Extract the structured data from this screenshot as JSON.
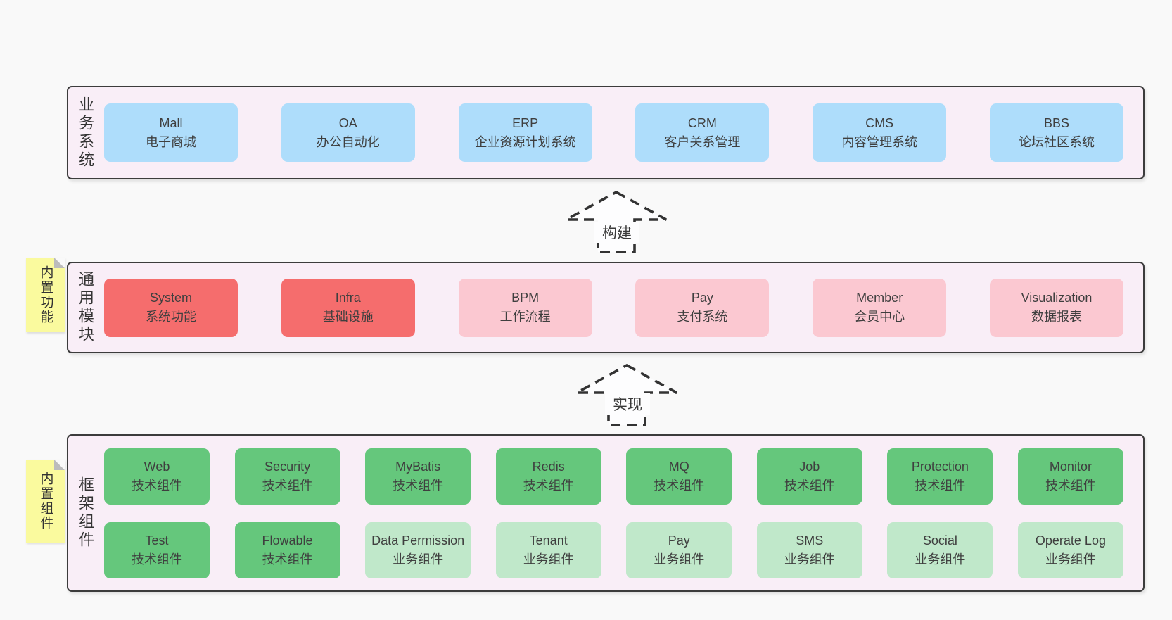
{
  "diagram": {
    "arrows": [
      {
        "label": "构建"
      },
      {
        "label": "实现"
      }
    ],
    "sections": {
      "business": {
        "label": "业务系统",
        "items": [
          {
            "name": "Mall",
            "desc": "电子商城"
          },
          {
            "name": "OA",
            "desc": "办公自动化"
          },
          {
            "name": "ERP",
            "desc": "企业资源计划系统"
          },
          {
            "name": "CRM",
            "desc": "客户关系管理"
          },
          {
            "name": "CMS",
            "desc": "内容管理系统"
          },
          {
            "name": "BBS",
            "desc": "论坛社区系统"
          }
        ]
      },
      "modules": {
        "label": "通用模块",
        "tag": "内置功能",
        "items": [
          {
            "name": "System",
            "desc": "系统功能"
          },
          {
            "name": "Infra",
            "desc": "基础设施"
          },
          {
            "name": "BPM",
            "desc": "工作流程"
          },
          {
            "name": "Pay",
            "desc": "支付系统"
          },
          {
            "name": "Member",
            "desc": "会员中心"
          },
          {
            "name": "Visualization",
            "desc": "数据报表"
          }
        ]
      },
      "components": {
        "label": "框架组件",
        "tag": "内置组件",
        "row1": [
          {
            "name": "Web",
            "desc": "技术组件"
          },
          {
            "name": "Security",
            "desc": "技术组件"
          },
          {
            "name": "MyBatis",
            "desc": "技术组件"
          },
          {
            "name": "Redis",
            "desc": "技术组件"
          },
          {
            "name": "MQ",
            "desc": "技术组件"
          },
          {
            "name": "Job",
            "desc": "技术组件"
          },
          {
            "name": "Protection",
            "desc": "技术组件"
          },
          {
            "name": "Monitor",
            "desc": "技术组件"
          }
        ],
        "row2": [
          {
            "name": "Test",
            "desc": "技术组件"
          },
          {
            "name": "Flowable",
            "desc": "技术组件"
          },
          {
            "name": "Data Permission",
            "desc": "业务组件"
          },
          {
            "name": "Tenant",
            "desc": "业务组件"
          },
          {
            "name": "Pay",
            "desc": "业务组件"
          },
          {
            "name": "SMS",
            "desc": "业务组件"
          },
          {
            "name": "Social",
            "desc": "业务组件"
          },
          {
            "name": "Operate Log",
            "desc": "业务组件"
          }
        ]
      }
    },
    "colors": {
      "page_bg": "#f9f9f9",
      "panel_bg": "#f9eef7",
      "panel_border": "#3c3c3c",
      "blue": "#aeddfb",
      "red": "#f56d6d",
      "pink": "#fbc8d1",
      "green": "#65c77c",
      "light_green": "#c0e8ca",
      "yellow_tag": "#fafa9e",
      "text": "#3f3f3f"
    }
  }
}
